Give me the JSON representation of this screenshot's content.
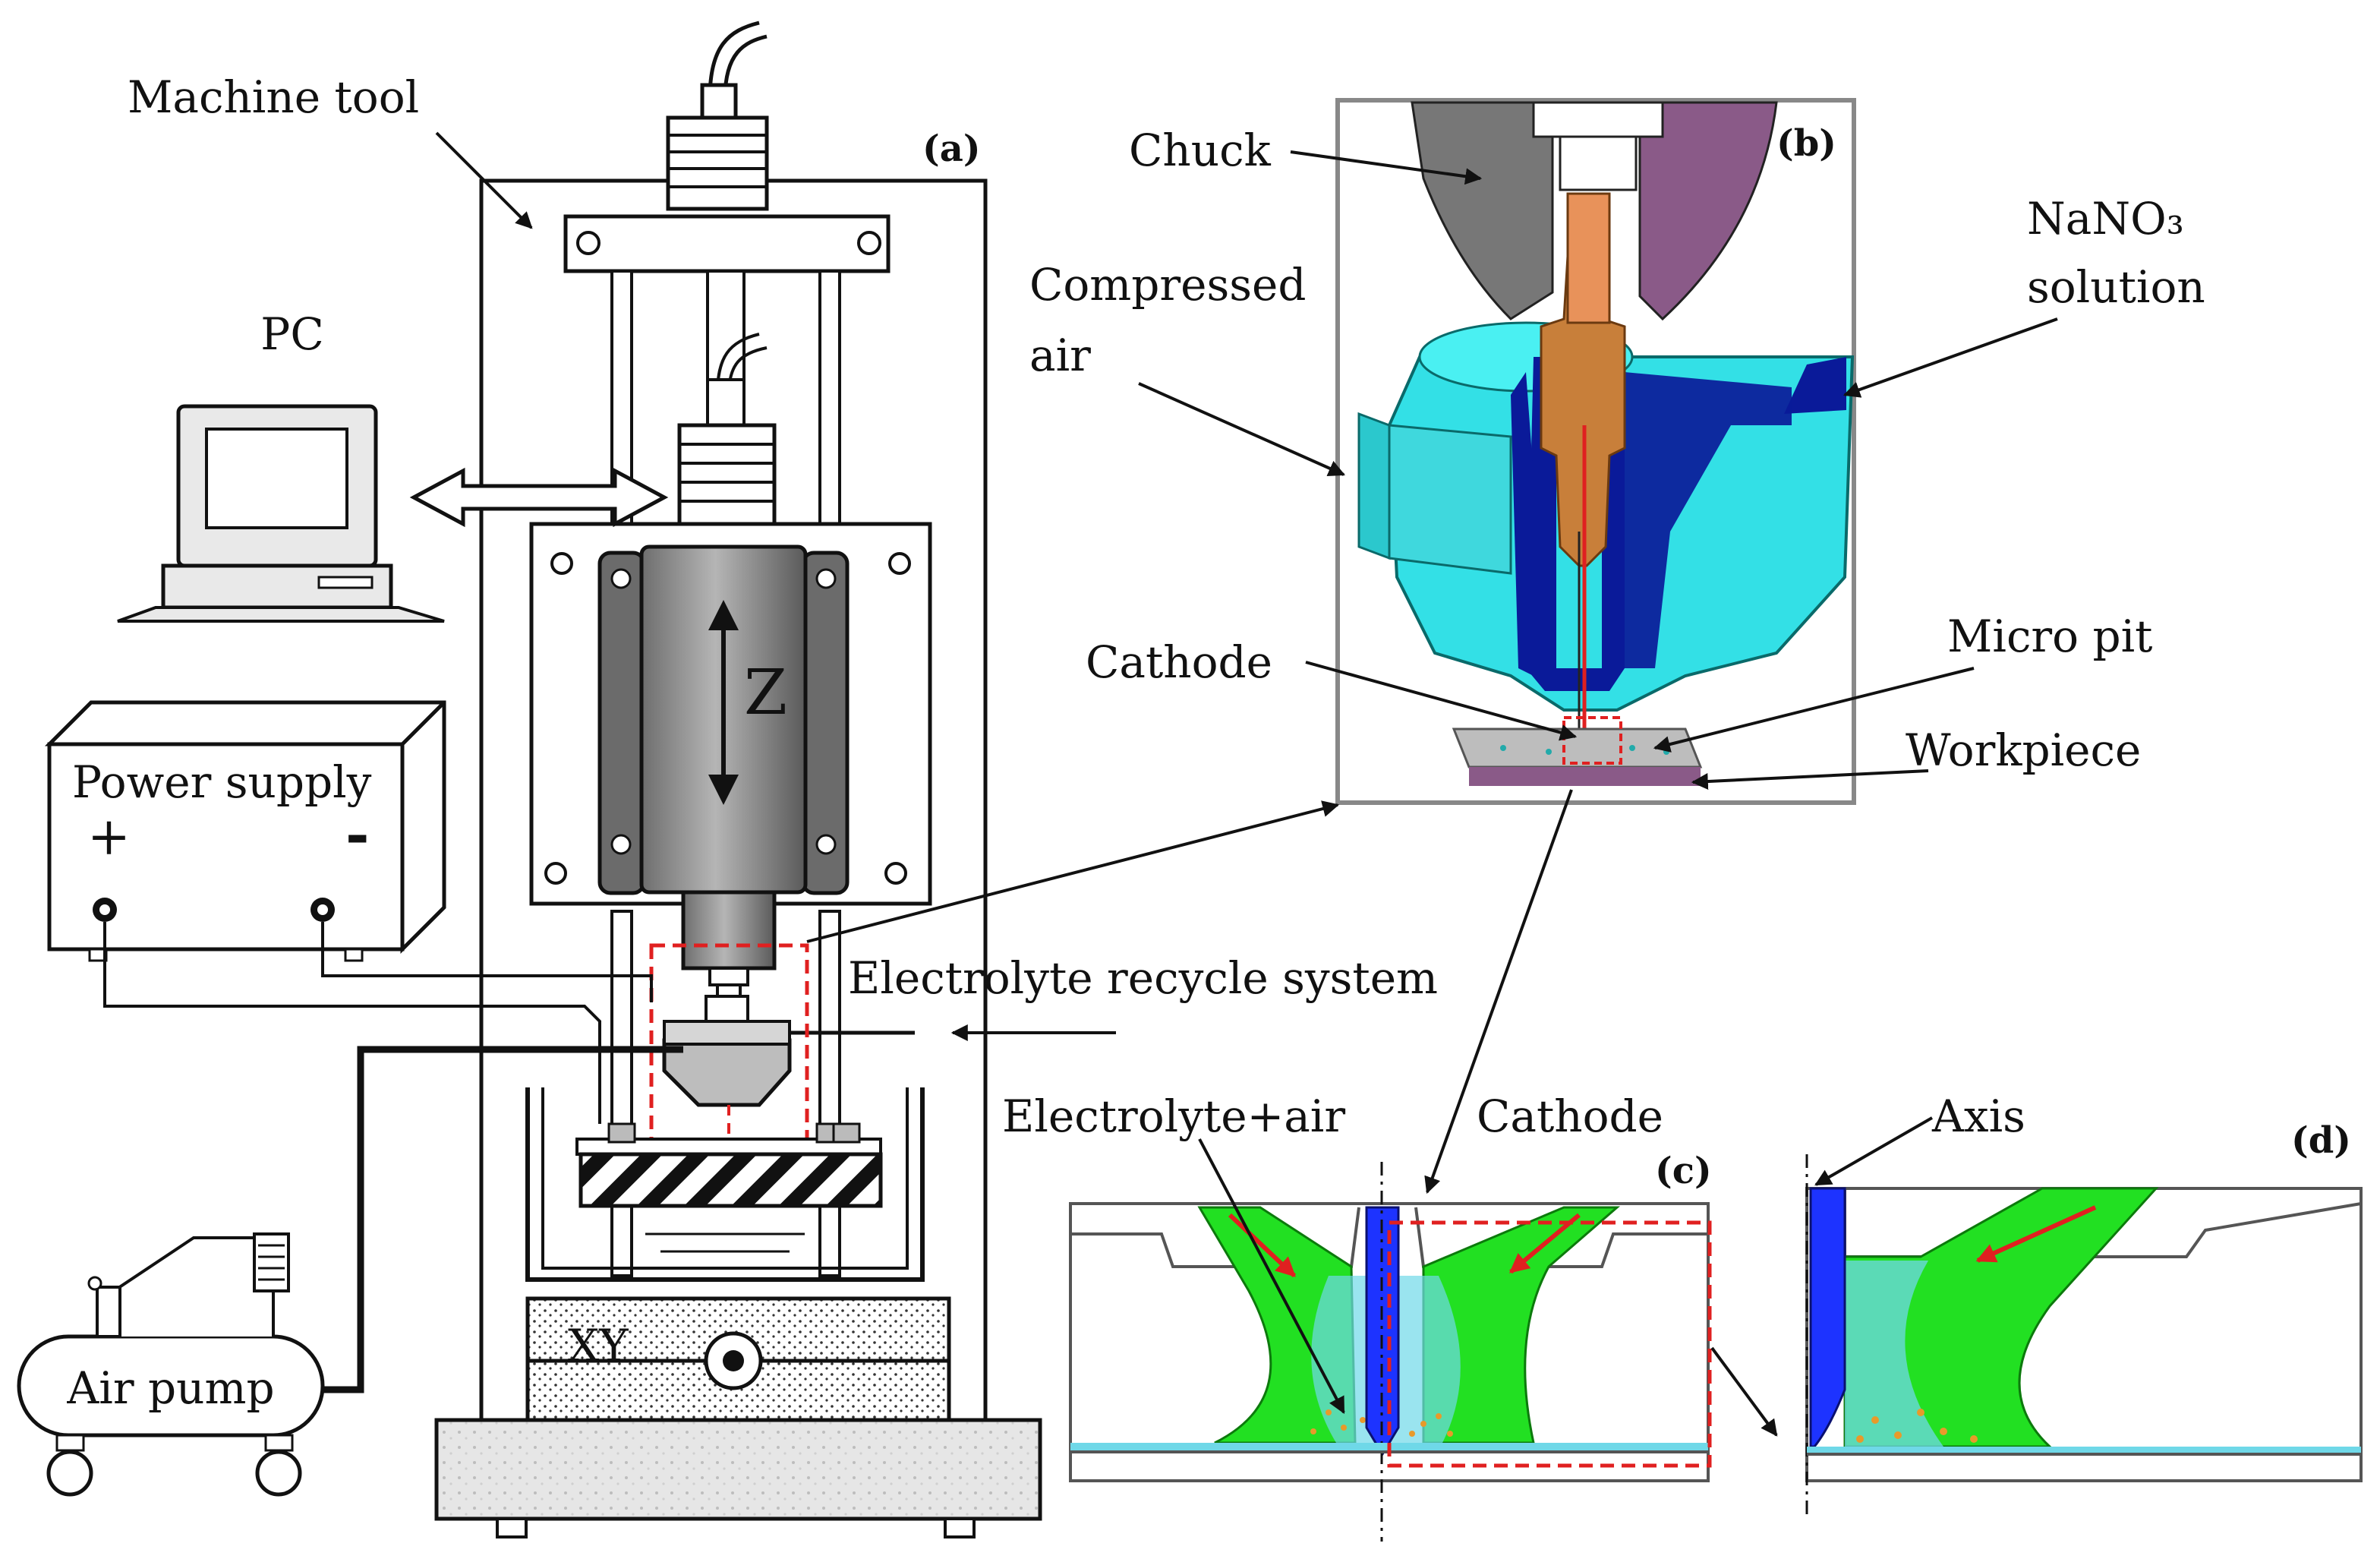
{
  "panels": {
    "a": "(a)",
    "b": "(b)",
    "c": "(c)",
    "d": "(d)"
  },
  "labels": {
    "machine_tool": "Machine tool",
    "pc": "PC",
    "power_supply": "Power supply",
    "plus": "+",
    "minus": "-",
    "z_axis": "Z",
    "xy_stage": "XY",
    "air_pump": "Air pump",
    "electrolyte_recycle": "Electrolyte recycle system",
    "chuck": "Chuck",
    "compressed_air_1": "Compressed",
    "compressed_air_2": "air",
    "nano3_1": "NaNO₃",
    "nano3_2": "solution",
    "cathode_b": "Cathode",
    "micro_pit": "Micro pit",
    "workpiece": "Workpiece",
    "electrolyte_air": "Electrolyte+air",
    "cathode_c": "Cathode",
    "axis": "Axis"
  },
  "colors": {
    "nozzle_body": "#33e0e6",
    "nozzle_dark": "#0a1a99",
    "cathode_rod": "#c87f3a",
    "chuck_grey": "#777777",
    "chuck_purple": "#8a5a88",
    "flow_green": "#22e022",
    "highlight_red": "#e02020",
    "cathode_blue": "#1d33ff"
  }
}
